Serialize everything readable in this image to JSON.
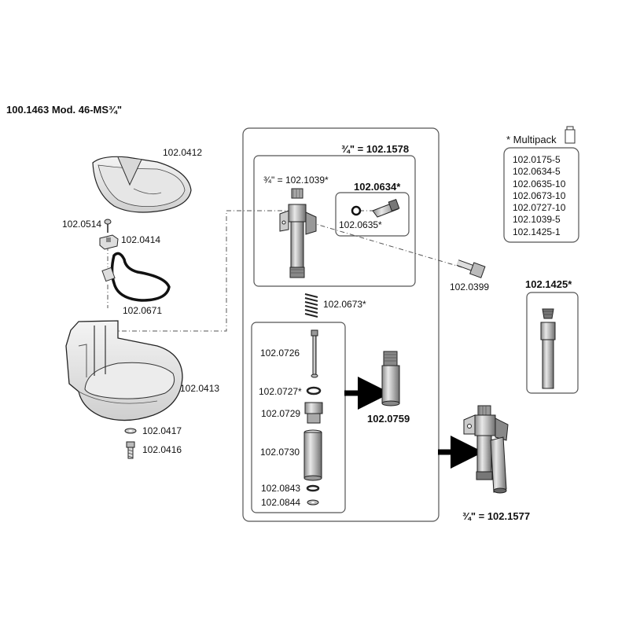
{
  "title": "100.1463 Mod. 46-MS¾\"",
  "multipack": {
    "heading": "* Multipack",
    "items": [
      "102.0175-5",
      "102.0634-5",
      "102.0635-10",
      "102.0673-10",
      "102.0727-10",
      "102.1039-5",
      "102.1425-1"
    ]
  },
  "labels": {
    "bowl_top": "102.0412",
    "screw_small": "102.0514",
    "clip": "102.0414",
    "bracket_wire": "102.0671",
    "bowl_main": "102.0413",
    "washer": "102.0417",
    "bolt": "102.0416",
    "assembly_1578": "¾\" = 102.1578",
    "valve_1039": "¾\" = 102.1039*",
    "kit_0634": "102.0634*",
    "part_0635": "102.0635*",
    "bolt_0399": "102.0399",
    "spring_0673": "102.0673*",
    "pin_0726": "102.0726",
    "ring_0727": "102.0727*",
    "nut_0729": "102.0729",
    "sleeve_0730": "102.0730",
    "oring_0843": "102.0843",
    "washer_0844": "102.0844",
    "assembly_0759": "102.0759",
    "kit_1425": "102.1425*",
    "assembly_1577": "¾\" = 102.1577"
  }
}
